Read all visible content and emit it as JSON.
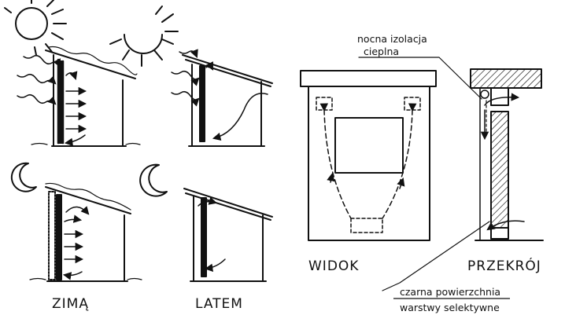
{
  "labels": {
    "winter": "ZIMĄ",
    "summer": "LATEM",
    "view": "WIDOK",
    "section": "PRZEKRÓJ",
    "night_insulation_line1": "nocna izolacja",
    "night_insulation_line2": "cieplna",
    "black_surface_line1": "czarna powierzchnia",
    "black_surface_line2": "warstwy selektywne"
  },
  "colors": {
    "ink": "#111111",
    "background": "#ffffff"
  },
  "icons": [
    "sun-icon",
    "moon-icon",
    "arrow-icon"
  ]
}
